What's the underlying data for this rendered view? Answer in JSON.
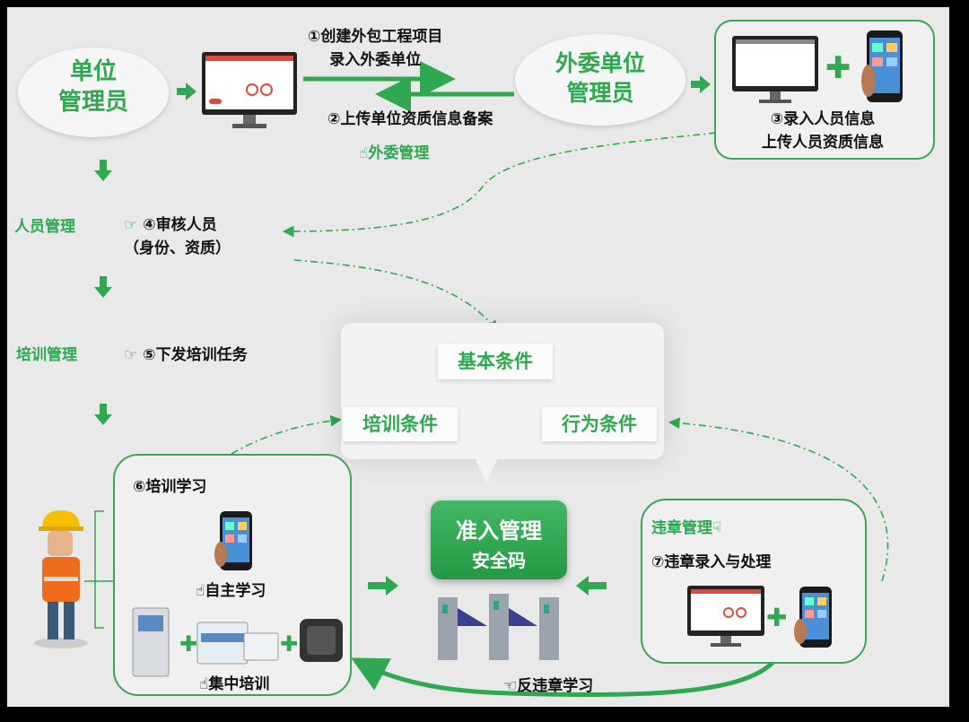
{
  "nodes": {
    "unit_admin": [
      "单位",
      "管理员"
    ],
    "contractor_admin": [
      "外委单位",
      "管理员"
    ]
  },
  "steps": {
    "s1": [
      "①创建外包工程项目",
      "录入外委单位"
    ],
    "s2": "②上传单位资质信息备案",
    "outsource_mgmt": "外委管理",
    "s3": [
      "③录入人员信息",
      "上传人员资质信息"
    ],
    "personnel_mgmt": "人员管理",
    "s4": [
      "④审核人员",
      "（身份、资质）"
    ],
    "training_mgmt": "培训管理",
    "s5": "⑤下发培训任务",
    "s6": "⑥培训学习",
    "self_study": "自主学习",
    "group_training": "集中培训",
    "violation_mgmt": "违章管理",
    "s7": "⑦违章录入与处理",
    "anti_violation": "反违章学习"
  },
  "conditions": {
    "basic": "基本条件",
    "training": "培训条件",
    "behavior": "行为条件"
  },
  "access": {
    "title": "准入管理",
    "subtitle": "安全码"
  },
  "colors": {
    "accent": "#2fa84f",
    "box_border": "#3aa55a",
    "background": "#e9e9e9"
  }
}
